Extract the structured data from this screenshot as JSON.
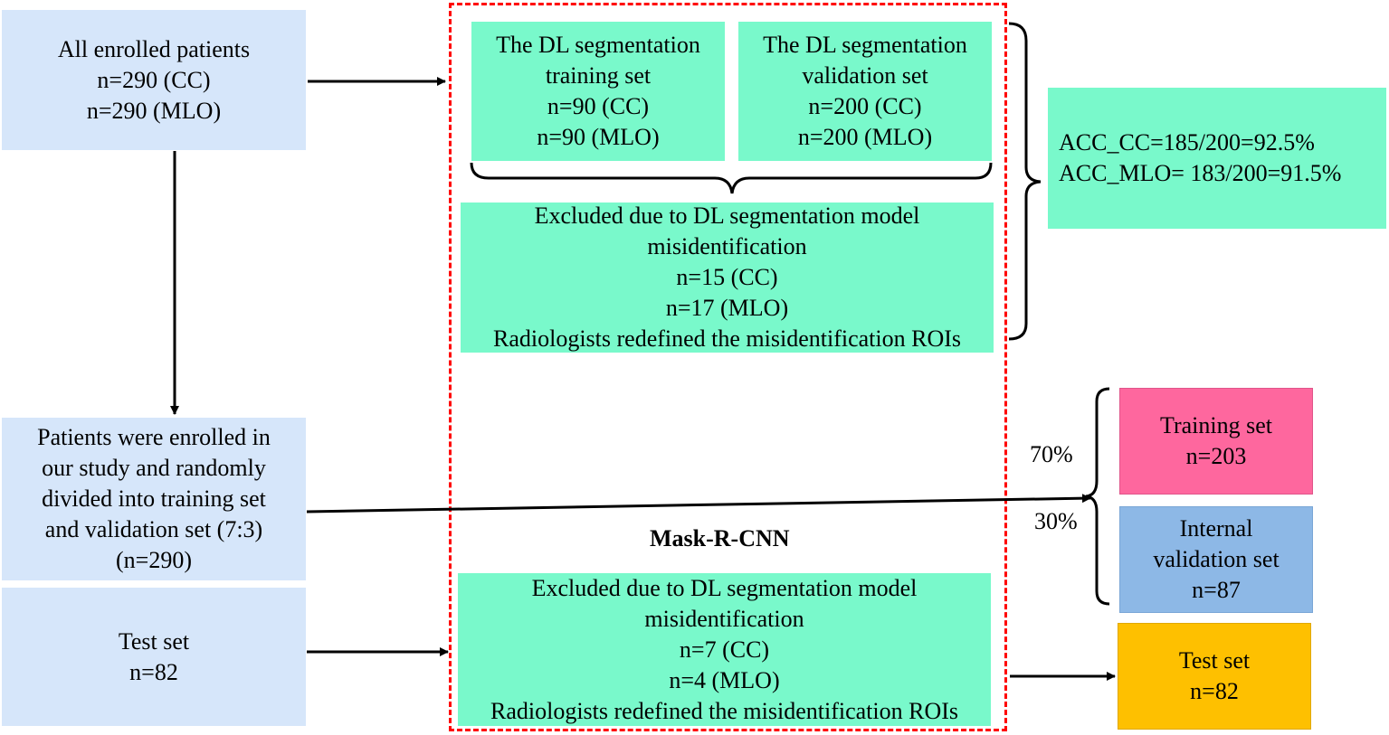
{
  "enrolled": {
    "lines": [
      "All enrolled patients",
      "n=290 (CC)",
      "n=290 (MLO)"
    ]
  },
  "dl_training": {
    "lines": [
      "The DL segmentation",
      "training set",
      "n=90 (CC)",
      "n=90 (MLO)"
    ]
  },
  "dl_validation": {
    "lines": [
      "The DL segmentation",
      "validation set",
      "n=200 (CC)",
      "n=200 (MLO)"
    ]
  },
  "excluded_top": {
    "lines": [
      "Excluded due to DL segmentation model",
      "misidentification",
      "n=15 (CC)",
      "n=17 (MLO)",
      "Radiologists redefined the misidentification ROIs"
    ]
  },
  "accuracy": {
    "lines": [
      "ACC_CC=185/200=92.5%",
      "ACC_MLO= 183/200=91.5%"
    ]
  },
  "randomized": {
    "lines": [
      "Patients were enrolled in",
      "our study and randomly",
      "divided into training set",
      "and validation set (7:3)",
      "(n=290)"
    ]
  },
  "test_left": {
    "lines": [
      "Test set",
      "n=82"
    ]
  },
  "model_label": "Mask-R-CNN",
  "excluded_bottom": {
    "lines": [
      "Excluded due to DL segmentation model",
      "misidentification",
      "n=7 (CC)",
      "n=4 (MLO)",
      "Radiologists redefined the misidentification ROIs"
    ]
  },
  "split": {
    "pct_training": "70%",
    "pct_validation": "30%"
  },
  "training_set": {
    "lines": [
      "Training  set",
      "n=203"
    ]
  },
  "internal_validation": {
    "lines": [
      "Internal",
      "validation  set",
      "n=87"
    ]
  },
  "test_right": {
    "lines": [
      "Test set",
      "n=82"
    ]
  },
  "colors": {
    "blue_box": "#d6e6fa",
    "green_box": "#79f9cb",
    "pink_box": "#fe679e",
    "lightblue_box": "#8db8e6",
    "gold_box": "#fec000",
    "frame": "#ff0000"
  }
}
